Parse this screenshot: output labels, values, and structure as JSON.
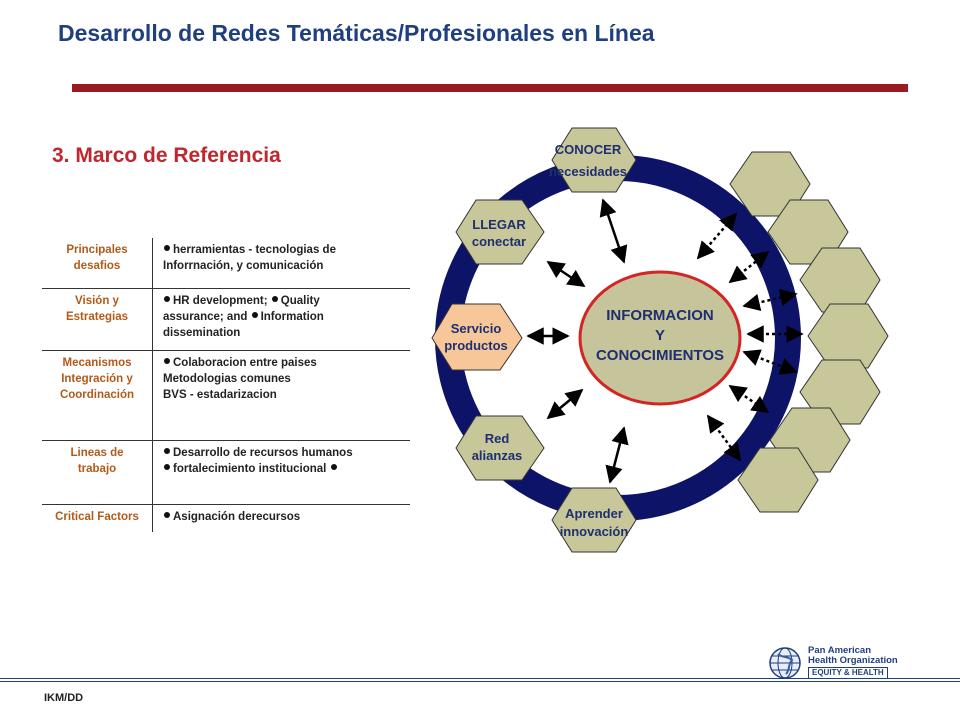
{
  "header": {
    "title": "Desarrollo de Redes Temáticas/Profesionales en Línea",
    "section_title": "3. Marco de Referencia"
  },
  "table": {
    "rows": [
      {
        "label": [
          "Principales",
          "desafios"
        ],
        "lines": [
          "herramientas  - tecnologias de",
          "Inforrnación,  y comunicación"
        ]
      },
      {
        "label": [
          "Visión y",
          "Estrategias"
        ],
        "lines": [
          "HR development;",
          "Quality",
          "assurance;  and",
          "Information",
          "dissemination"
        ]
      },
      {
        "label": [
          "Mecanismos",
          "Integración y",
          "Coordinación"
        ],
        "lines": [
          "Colaboracion entre paises",
          "Metodologias comunes",
          "BVS - estadarizacion"
        ]
      },
      {
        "label": [
          "Lineas de",
          "trabajo"
        ],
        "lines": [
          "Desarrollo de recursos humanos",
          "fortalecimiento institucional"
        ]
      },
      {
        "label": [
          "Critical Factors"
        ],
        "lines": [
          "Asignación derecursos"
        ]
      }
    ]
  },
  "diagram": {
    "center": [
      "INFORMACION",
      "Y",
      "CONOCIMIENTOS"
    ],
    "nodes": {
      "conocer": [
        "CONOCER",
        "necesidades"
      ],
      "llegar": [
        "LLEGAR",
        "conectar"
      ],
      "servicio": [
        "Servicio",
        "productos"
      ],
      "red": [
        "Red",
        "alianzas"
      ],
      "aprender": [
        "Aprender",
        "innovación"
      ]
    },
    "colors": {
      "ring": "#0d1366",
      "node_fill": "#c7c79a",
      "servicio_fill": "#f7c79a",
      "center_fill": "#c5c49a",
      "center_stroke": "#d42424",
      "text": "#1f2f6f"
    }
  },
  "footer": {
    "code": "IKM/DD",
    "logo": [
      "Pan American",
      "Health Organization",
      "EQUITY & HEALTH"
    ]
  }
}
